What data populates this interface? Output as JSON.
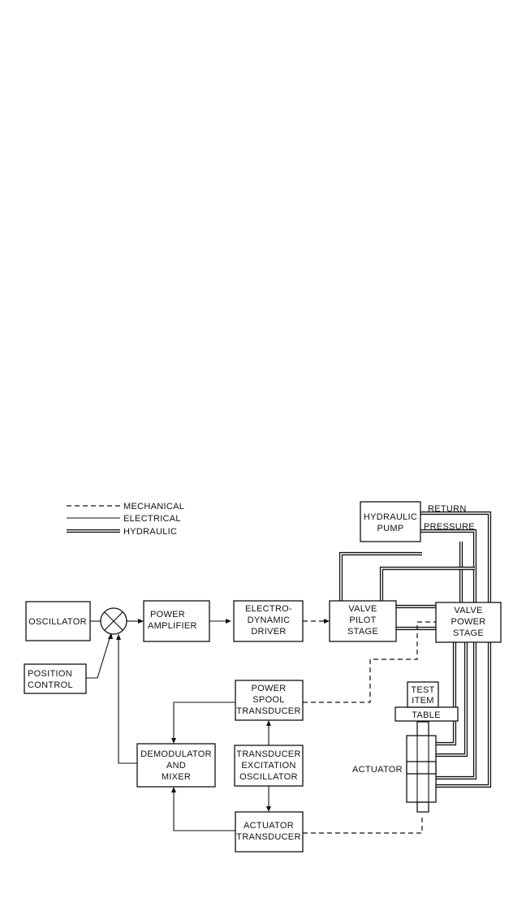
{
  "legend": {
    "mechanical": "MECHANICAL",
    "electrical": "ELECTRICAL",
    "hydraulic": "HYDRAULIC"
  },
  "blocks": {
    "oscillator": [
      "OSCILLATOR"
    ],
    "position_control": [
      "POSITION",
      "CONTROL"
    ],
    "power_amplifier": [
      "POWER",
      "AMPLIFIER"
    ],
    "electrodynamic_driver": [
      "ELECTRO-",
      "DYNAMIC",
      "DRIVER"
    ],
    "valve_pilot_stage": [
      "VALVE",
      "PILOT",
      "STAGE"
    ],
    "valve_power_stage": [
      "VALVE",
      "POWER",
      "STAGE"
    ],
    "hydraulic_pump": [
      "HYDRAULIC",
      "PUMP"
    ],
    "power_spool_transducer": [
      "POWER",
      "SPOOL",
      "TRANSDUCER"
    ],
    "demodulator_mixer": [
      "DEMODULATOR",
      "AND",
      "MIXER"
    ],
    "transducer_excitation_oscillator": [
      "TRANSDUCER",
      "EXCITATION",
      "OSCILLATOR"
    ],
    "actuator_transducer": [
      "ACTUATOR",
      "TRANSDUCER"
    ],
    "test_item": [
      "TEST",
      "ITEM"
    ],
    "table": [
      "TABLE"
    ]
  },
  "labels": {
    "return": "RETURN",
    "pressure": "PRESSURE",
    "actuator": "ACTUATOR"
  }
}
